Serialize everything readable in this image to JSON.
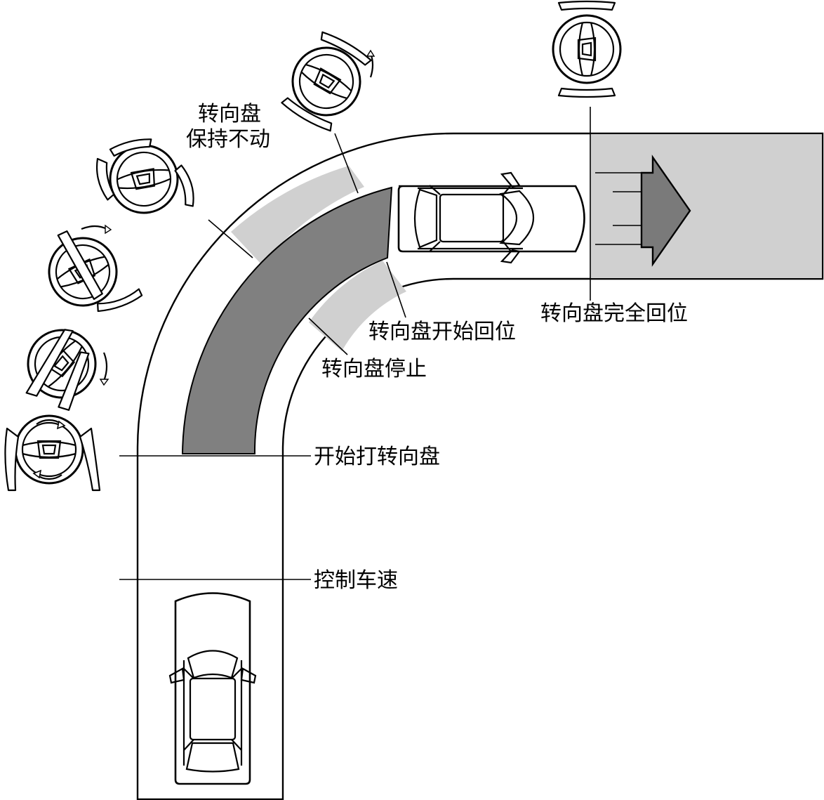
{
  "labels": {
    "steering_hold_line1": "转向盘",
    "steering_hold_line2": "保持不动",
    "steering_start_return": "转向盘开始回位",
    "steering_stop": "转向盘停止",
    "steering_fully_returned": "转向盘完全回位",
    "start_turning": "开始打转向盘",
    "control_speed": "控制车速"
  },
  "colors": {
    "road_fill": "#ffffff",
    "light_zone": "#d0d0d0",
    "dark_zone": "#808080",
    "arrow_fill": "#7a7a7a",
    "line": "#000000"
  },
  "icons": [
    "steering-wheel-icon",
    "car-icon",
    "direction-arrow-icon",
    "hand-icon",
    "rotation-arrow-icon"
  ]
}
